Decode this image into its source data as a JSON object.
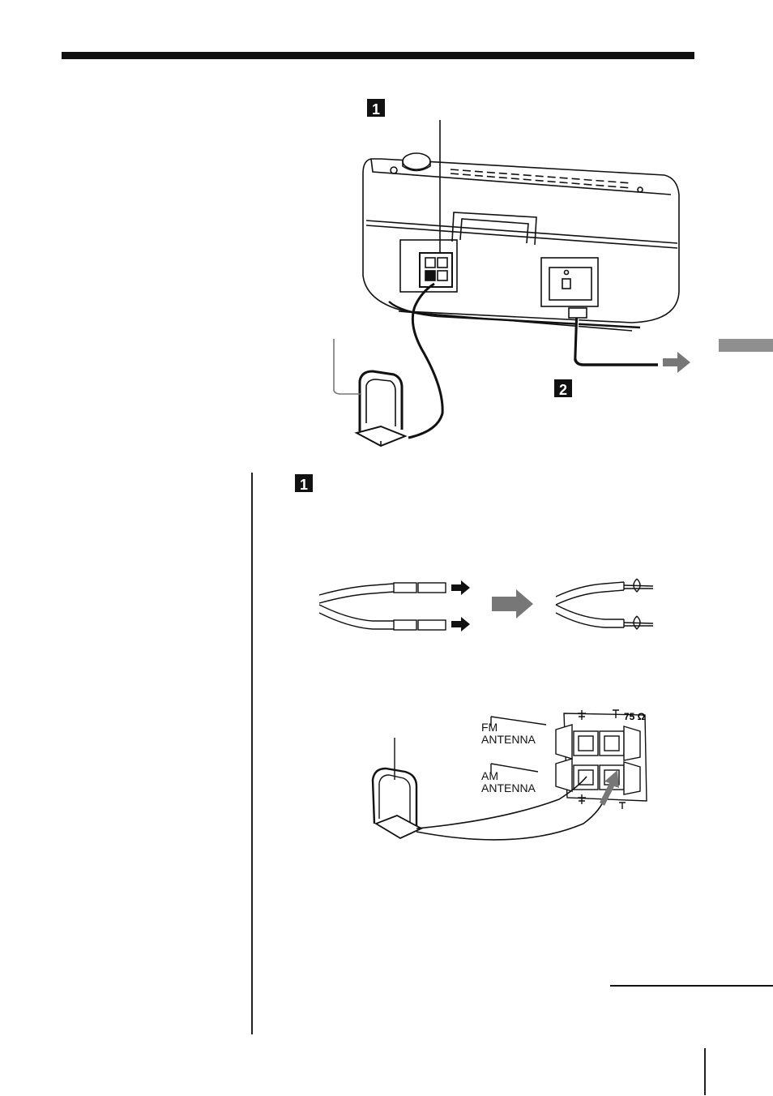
{
  "steps": {
    "step1_top": "1",
    "step2": "2",
    "step1_section": "1"
  },
  "terminal_panel": {
    "fm_label_line1": "FM",
    "fm_label_line2": "ANTENNA",
    "am_label_line1": "AM",
    "am_label_line2": "ANTENNA",
    "impedance_label": "75 Ω"
  },
  "colors": {
    "ink": "#111111",
    "accent_gray": "#8f8f8f",
    "arrow_gray": "#777777"
  }
}
